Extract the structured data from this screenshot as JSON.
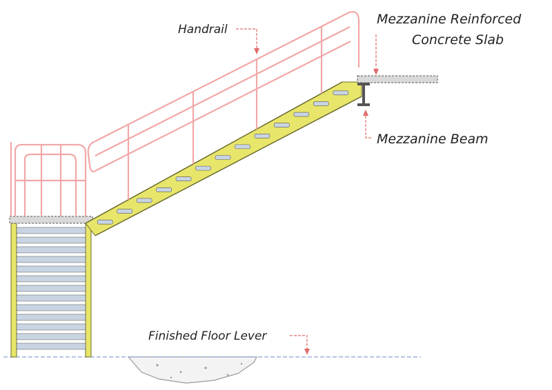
{
  "labels": {
    "handrail": "Handrail",
    "slab_line1": "Mezzanine Reinforced",
    "slab_line2": "Concrete Slab",
    "beam": "Mezzanine Beam",
    "floor": "Finished Floor Lever"
  },
  "colors": {
    "handrail": "#f2a7a7",
    "stringer": "#e8e66a",
    "stringer_edge": "#6b6b2e",
    "tread": "#c9d4e2",
    "slab": "#d9d9d9",
    "leader": "#e06b6b",
    "floor_line": "#9fb3d9",
    "ground_fill": "#f3f3f3",
    "ground_edge": "#999999",
    "structure": "#555555"
  },
  "icons": {
    "leader_arrow": "arrow-down-icon"
  }
}
